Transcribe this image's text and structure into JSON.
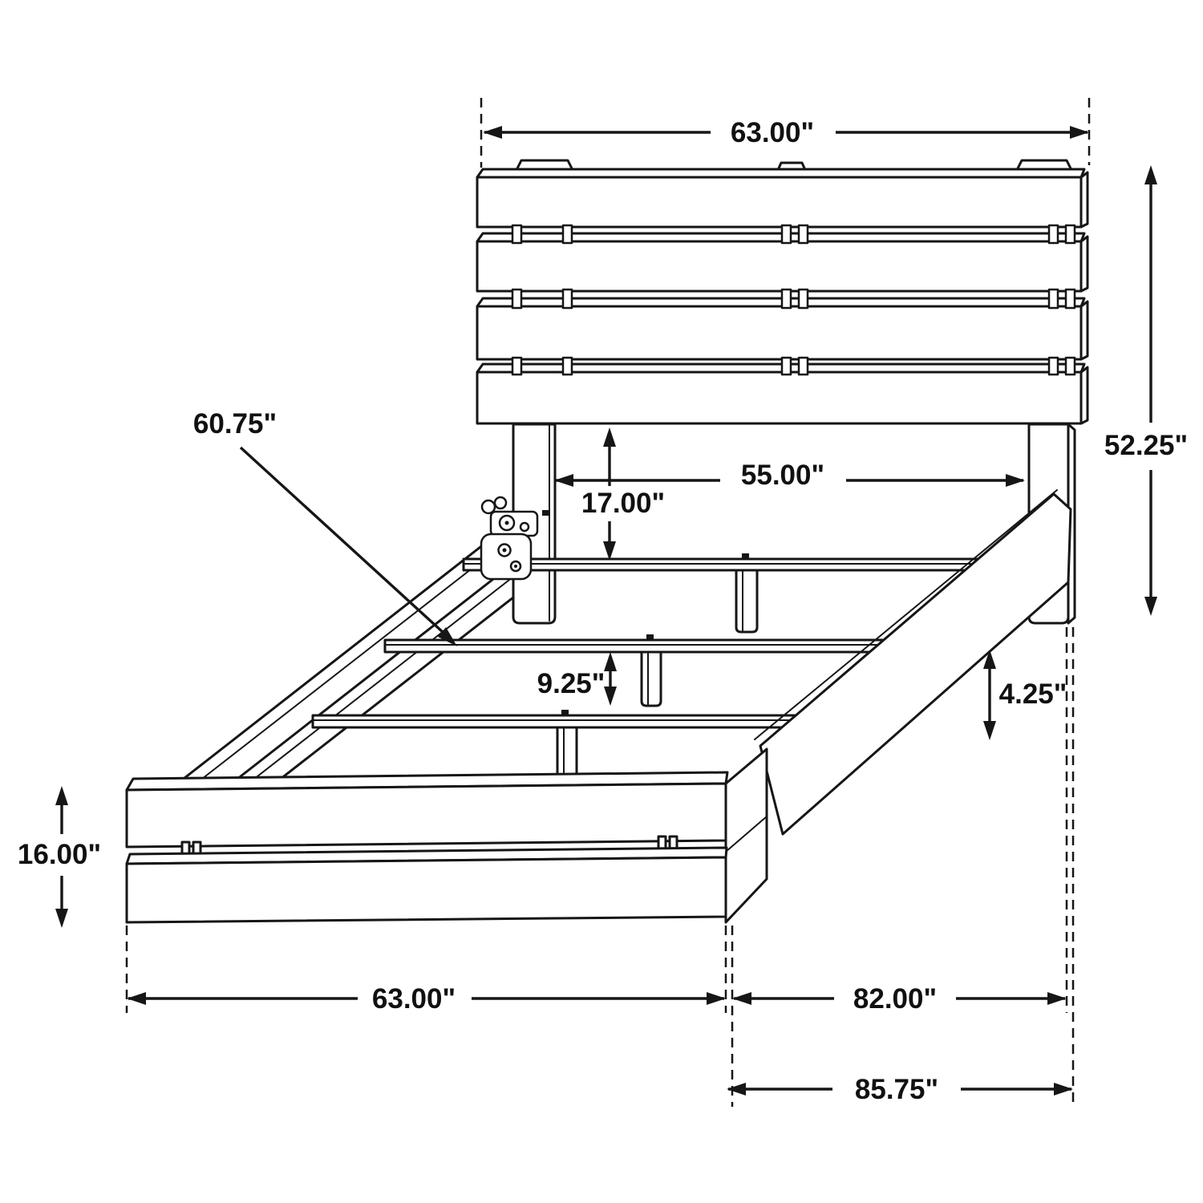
{
  "drawing": {
    "type": "furniture-dimension-diagram",
    "subject": "platform bed frame with slatted headboard and footboard",
    "units": "inches",
    "line_color": "#161616",
    "background_color": "#ffffff"
  },
  "labels": {
    "headboard_width": "63.00\"",
    "headboard_height": "52.25\"",
    "slat_length": "60.75\"",
    "headboard_inner_width": "55.00\"",
    "underbed_clearance": "17.00\"",
    "slat_to_slat_height": "9.25\"",
    "rail_floor_clearance": "4.25\"",
    "footboard_height": "16.00\"",
    "footboard_width": "63.00\"",
    "frame_inner_length": "82.00\"",
    "overall_length": "85.75\""
  }
}
